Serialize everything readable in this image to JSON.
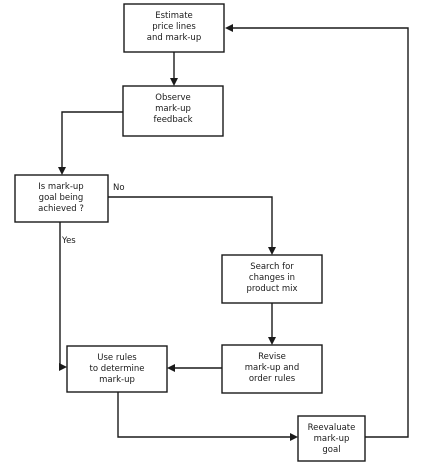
{
  "nodes": {
    "estimate": {
      "lines": [
        "Estimate",
        "price lines",
        "and mark-up"
      ]
    },
    "observe": {
      "lines": [
        "Observe",
        "mark-up",
        "feedback"
      ]
    },
    "decision": {
      "lines": [
        "Is mark-up",
        "goal being",
        "achieved ?"
      ]
    },
    "search": {
      "lines": [
        "Search for",
        "changes in",
        "product mix"
      ]
    },
    "revise": {
      "lines": [
        "Revise",
        "mark-up and",
        "order rules"
      ]
    },
    "use_rules": {
      "lines": [
        "Use rules",
        "to determine",
        "mark-up"
      ]
    },
    "reevaluate": {
      "lines": [
        "Reevaluate",
        "mark-up",
        "goal"
      ]
    }
  },
  "edge_labels": {
    "no": "No",
    "yes": "Yes"
  }
}
